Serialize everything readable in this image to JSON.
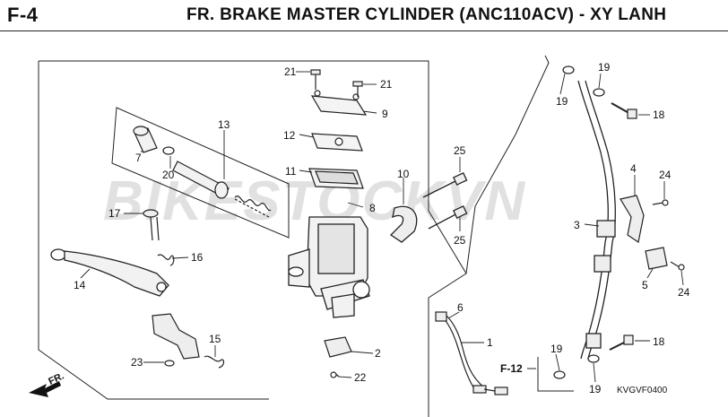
{
  "header": {
    "page_code": "F-4",
    "title": "FR. BRAKE MASTER CYLINDER (ANC110ACV) - XY LANH"
  },
  "watermark": {
    "text": "BIKESTOCKVN",
    "color_main": "#c9c9c9",
    "color_accent": "#e7a4a4"
  },
  "diagram": {
    "ref_page": "F-12",
    "front_indicator": "FR.",
    "drawing_code": "KVGVF0400",
    "callouts": [
      "21",
      "21",
      "9",
      "12",
      "11",
      "8",
      "10",
      "25",
      "25",
      "13",
      "7",
      "20",
      "17",
      "16",
      "14",
      "15",
      "23",
      "6",
      "1",
      "2",
      "22",
      "19",
      "19",
      "18",
      "4",
      "24",
      "3",
      "5",
      "24",
      "18",
      "19",
      "19"
    ]
  }
}
